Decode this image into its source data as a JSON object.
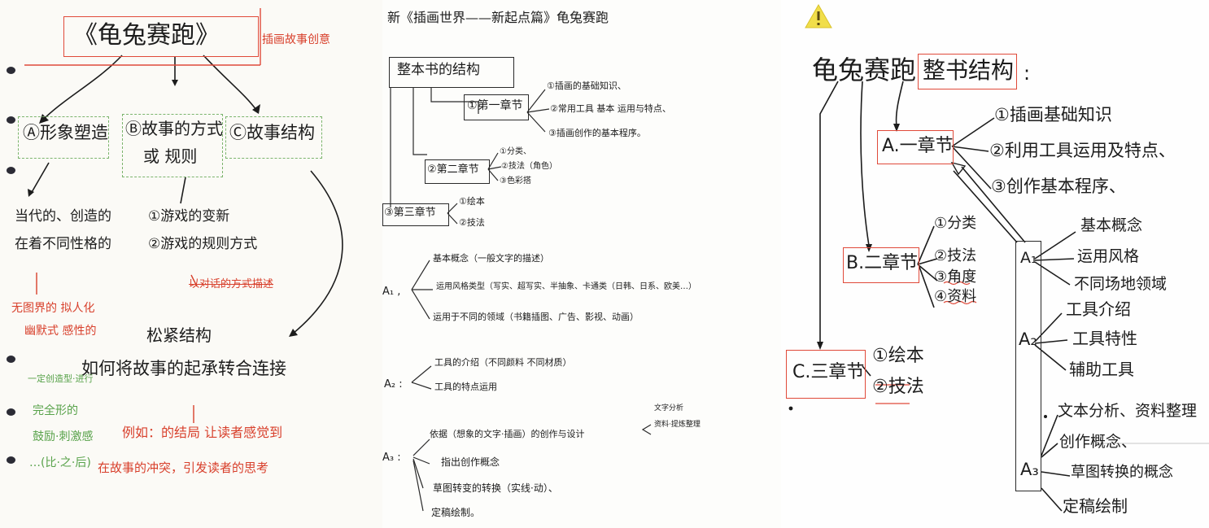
{
  "page1": {
    "title": "《龟兔赛跑》",
    "title_note": "插画故事创意",
    "branch_a": "Ⓐ形象塑造",
    "branch_b_1": "Ⓑ故事的方式",
    "branch_b_2": "或 规则",
    "branch_c": "Ⓒ故事结构",
    "a_detail_1": "当代的、创造的",
    "a_detail_2": "在着不同性格的",
    "a_red_1": "无图界的 拟人化",
    "a_red_2": "幽默式 感性的",
    "b_detail_1": "①游戏的变新",
    "b_detail_2": "②游戏的规则方式",
    "b_red": "以对话的方式描述",
    "c_label": "松紧结构",
    "question": "如何将故事的起承转合连接",
    "answer_red_1": "例如：的结局 让读者感觉到",
    "answer_red_2": "在故事的冲突，引发读者的思考",
    "green_1": "一定创造型·进行",
    "green_2": "完全形的",
    "green_3": "鼓励·刺激感",
    "green_4": "…(比·之·后)"
  },
  "page2": {
    "heading": "新《插画世界——新起点篇》龟兔赛跑",
    "root": "整本书的结构",
    "ch1": "①第一章节",
    "ch1_items": [
      "①插画的基础知识、",
      "②常用工具 基本 运用与特点、",
      "③插画创作的基本程序。"
    ],
    "ch2": "②第二章节",
    "ch2_items": [
      "①分类、",
      "②技法（角色）",
      "③色彩搭"
    ],
    "ch3": "③第三章节",
    "ch3_items": [
      "①绘本",
      "②技法"
    ],
    "a1_label": "A₁ ,",
    "a1_items": [
      "基本概念（一般文字的描述）",
      "运用风格类型（写实、超写实、半抽象、卡通类（日韩、日系、欧美…）",
      "运用于不同的领域（书籍插图、广告、影视、动画）"
    ],
    "a2_label": "A₂ :",
    "a2_items": [
      "工具的介绍（不同颜料 不同材质）",
      "工具的特点运用"
    ],
    "a3_label": "A₃ :",
    "a3_items": [
      "依据（想象的文字·插画）的创作与设计",
      "指出创作概念",
      "草图转变的转换（实线·动）、",
      "定稿绘制。"
    ],
    "a3_side_1": "文字分析",
    "a3_side_2": "资料·提炼整理"
  },
  "page3": {
    "title": "龟兔赛跑",
    "title_box": "整书结构",
    "title_tail": ":",
    "ch_a": "A.一章节",
    "a_items": [
      "①插画基础知识",
      "②利用工具运用及特点、",
      "③创作基本程序、"
    ],
    "ch_b": "B.二章节",
    "b_items": [
      "①分类",
      "②技法",
      "③角度",
      "④资料"
    ],
    "ch_c": "C.三章节",
    "c_items": [
      "①绘本",
      "②技法"
    ],
    "a1": "A₁",
    "a1_items": [
      "基本概念",
      "运用风格",
      "不同场地领域"
    ],
    "a2": "A₂",
    "a2_items": [
      "工具介绍",
      "工具特性",
      "辅助工具"
    ],
    "a3": "A₃",
    "a3_items": [
      "文本分析、资料整理",
      "创作概念、",
      "草图转换的概念",
      "定稿绘制"
    ]
  },
  "colors": {
    "ink": "#1c1c1c",
    "red": "#d8402c",
    "green": "#58a24a"
  },
  "icons": [
    "warning-icon",
    "bullet-dot"
  ]
}
